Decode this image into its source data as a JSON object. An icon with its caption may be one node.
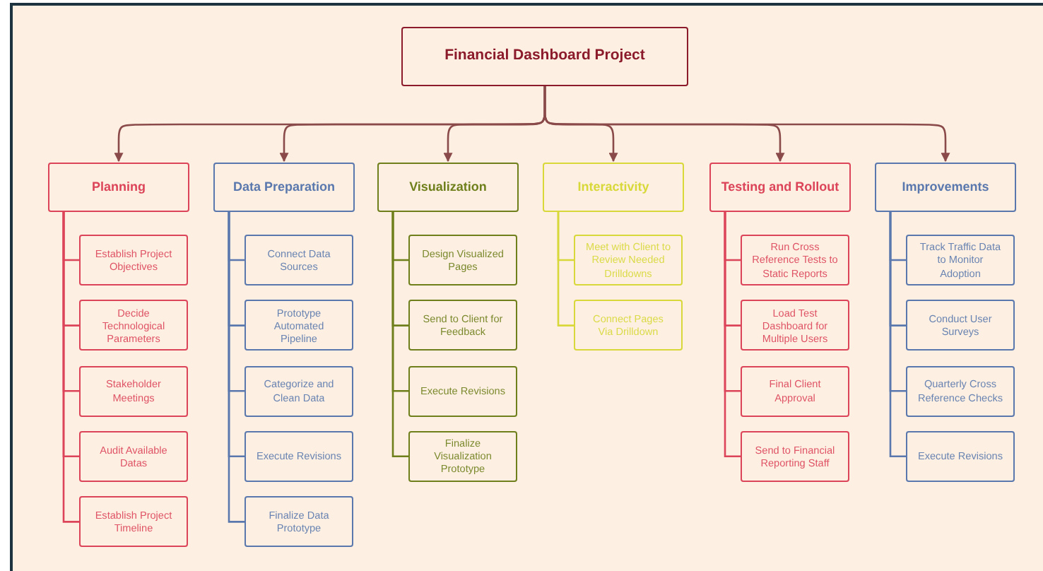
{
  "diagram": {
    "nodes": [
      {
        "text": [
          "Financial Dashboard Project"
        ]
      },
      {
        "text": [
          "Planning"
        ]
      },
      {
        "text": [
          "Establish Project Objectives"
        ]
      },
      {
        "text": [
          "Decide Technological Parameters"
        ]
      },
      {
        "text": [
          "Stakeholder Meetings"
        ]
      },
      {
        "text": [
          "Audit Available Datas"
        ]
      },
      {
        "text": [
          "Establish Project Timeline"
        ]
      },
      {
        "text": [
          "Data Preparation"
        ]
      },
      {
        "text": [
          "Connect Data Sources"
        ]
      },
      {
        "text": [
          "Prototype Automated Pipeline"
        ]
      },
      {
        "text": [
          "Categorize and Clean Data"
        ]
      },
      {
        "text": [
          "Execute Revisions"
        ]
      },
      {
        "text": [
          "Finalize Data Prototype"
        ]
      },
      {
        "text": [
          "Visualization"
        ]
      },
      {
        "text": [
          "Design Visualized Pages"
        ]
      },
      {
        "text": [
          "Send to Client for Feedback"
        ]
      },
      {
        "text": [
          "Execute Revisions"
        ]
      },
      {
        "text": [
          "Finalize Visualization Prototype"
        ]
      },
      {
        "text": [
          "Interactivity"
        ]
      },
      {
        "text": [
          "Meet with Client to Review Needed Drilldowns"
        ]
      },
      {
        "text": [
          "Connect Pages Via Drilldown"
        ]
      },
      {
        "text": [
          "Testing and Rollout"
        ]
      },
      {
        "text": [
          "Run Cross Reference Tests to Static Reports"
        ]
      },
      {
        "text": [
          "Load Test Dashboard for Multiple Users"
        ]
      },
      {
        "text": [
          "Final Client Approval"
        ]
      },
      {
        "text": [
          "Send to Financial Reporting Staff"
        ]
      },
      {
        "text": [
          "Improvements"
        ]
      },
      {
        "text": [
          "Track Traffic Data to Monitor Adoption"
        ]
      },
      {
        "text": [
          "Conduct User Surveys"
        ]
      },
      {
        "text": [
          "Quarterly Cross Reference Checks"
        ]
      },
      {
        "text": [
          "Execute Revisions"
        ]
      }
    ],
    "edges": [
      {
        "from": 0,
        "to": 1,
        "arrow": "to",
        "color": "#8b4a4a"
      },
      {
        "from": 0,
        "to": 7,
        "arrow": "to",
        "color": "#8b4a4a"
      },
      {
        "from": 0,
        "to": 13,
        "arrow": "to",
        "color": "#8b4a4a"
      },
      {
        "from": 0,
        "to": 18,
        "arrow": "to",
        "color": "#8b4a4a"
      },
      {
        "from": 0,
        "to": 21,
        "arrow": "to",
        "color": "#8b4a4a"
      },
      {
        "from": 0,
        "to": 26,
        "arrow": "to",
        "color": "#8b4a4a"
      },
      {
        "from": 1,
        "to": 2,
        "arrow": "none",
        "color": "#dc4459"
      },
      {
        "from": 1,
        "to": 3,
        "arrow": "none",
        "color": "#dc4459"
      },
      {
        "from": 1,
        "to": 4,
        "arrow": "none",
        "color": "#dc4459"
      },
      {
        "from": 1,
        "to": 5,
        "arrow": "none",
        "color": "#dc4459"
      },
      {
        "from": 1,
        "to": 6,
        "arrow": "none",
        "color": "#dc4459"
      },
      {
        "from": 7,
        "to": 8,
        "arrow": "none",
        "color": "#5a78ad"
      },
      {
        "from": 7,
        "to": 9,
        "arrow": "none",
        "color": "#5a78ad"
      },
      {
        "from": 7,
        "to": 10,
        "arrow": "none",
        "color": "#5a78ad"
      },
      {
        "from": 7,
        "to": 11,
        "arrow": "none",
        "color": "#5a78ad"
      },
      {
        "from": 7,
        "to": 12,
        "arrow": "none",
        "color": "#5a78ad"
      },
      {
        "from": 13,
        "to": 14,
        "arrow": "none",
        "color": "#6f7f1c"
      },
      {
        "from": 13,
        "to": 15,
        "arrow": "none",
        "color": "#6f7f1c"
      },
      {
        "from": 13,
        "to": 16,
        "arrow": "none",
        "color": "#6f7f1c"
      },
      {
        "from": 13,
        "to": 17,
        "arrow": "none",
        "color": "#6f7f1c"
      },
      {
        "from": 18,
        "to": 19,
        "arrow": "none",
        "color": "#d8d83a"
      },
      {
        "from": 18,
        "to": 20,
        "arrow": "none",
        "color": "#d8d83a"
      },
      {
        "from": 21,
        "to": 22,
        "arrow": "none",
        "color": "#dc4459"
      },
      {
        "from": 21,
        "to": 23,
        "arrow": "none",
        "color": "#dc4459"
      },
      {
        "from": 21,
        "to": 24,
        "arrow": "none",
        "color": "#dc4459"
      },
      {
        "from": 21,
        "to": 25,
        "arrow": "none",
        "color": "#dc4459"
      },
      {
        "from": 26,
        "to": 27,
        "arrow": "none",
        "color": "#5a78ad"
      },
      {
        "from": 26,
        "to": 28,
        "arrow": "none",
        "color": "#5a78ad"
      },
      {
        "from": 26,
        "to": 29,
        "arrow": "none",
        "color": "#5a78ad"
      },
      {
        "from": 26,
        "to": 30,
        "arrow": "none",
        "color": "#5a78ad"
      }
    ]
  }
}
